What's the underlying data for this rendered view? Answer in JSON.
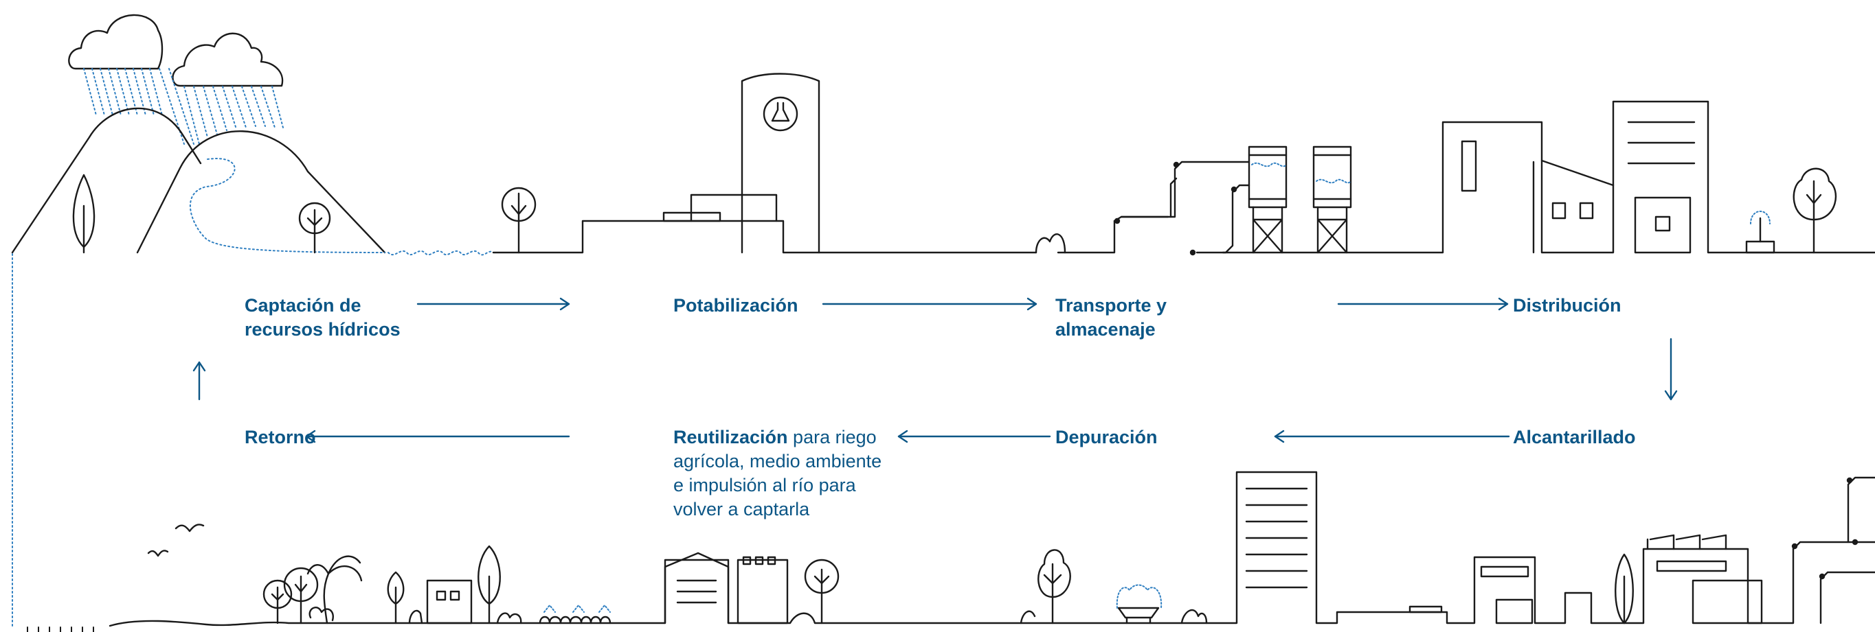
{
  "colors": {
    "line": "#1a1a1a",
    "accent": "#0c5686",
    "water": "#2f7fc1"
  },
  "steps": {
    "captacion": {
      "line1": "Captación de",
      "line2": "recursos hídricos"
    },
    "potabilizacion": {
      "label": "Potabilización"
    },
    "transporte": {
      "line1": "Transporte y",
      "line2": "almacenaje"
    },
    "distribucion": {
      "label": "Distribución"
    },
    "alcantarillado": {
      "label": "Alcantarillado"
    },
    "depuracion": {
      "label": "Depuración"
    },
    "reutilizacion": {
      "label": "Reutilización",
      "desc_first": "para riego",
      "desc_lines": [
        "agrícola, medio ambiente",
        "e impulsión al río para",
        "volver a captarla"
      ]
    },
    "retorno": {
      "label": "Retorno"
    }
  },
  "icons": [
    "cloud-icon",
    "rain-icon",
    "mountain-icon",
    "tree-icon",
    "water-treatment-plant-icon",
    "flask-icon",
    "pipe-icon",
    "water-tank-icon",
    "building-icon",
    "factory-icon",
    "fountain-icon",
    "bird-icon",
    "palm-tree-icon",
    "sprinkler-icon",
    "arrow-icon"
  ]
}
